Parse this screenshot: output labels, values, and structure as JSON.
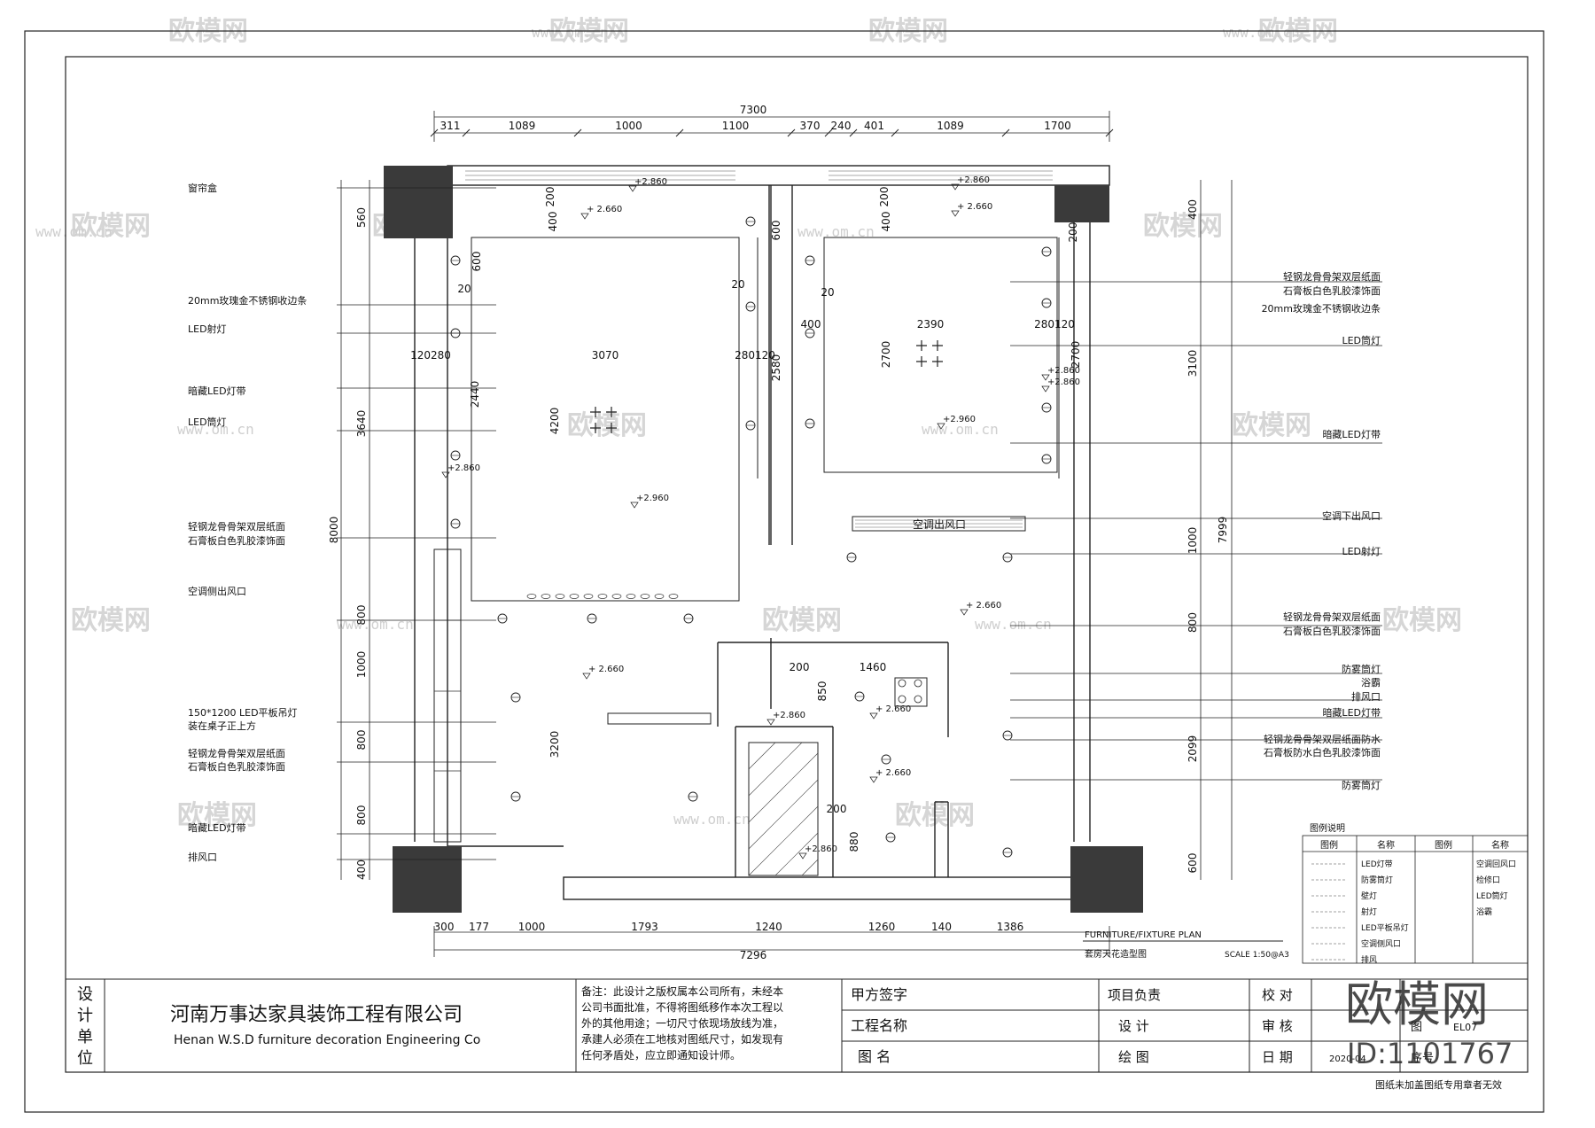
{
  "watermark": {
    "brand": "欧模网",
    "url": "www.om.cn"
  },
  "overall_dims": {
    "top": "7300",
    "bottom": "7296",
    "left": "8000",
    "right": "7999"
  },
  "top_dims": [
    "311",
    "1089",
    "1000",
    "1100",
    "370",
    "240",
    "401",
    "1089",
    "1700"
  ],
  "bottom_dims": [
    "300",
    "177",
    "1000",
    "1793",
    "1240",
    "1260",
    "140",
    "1386"
  ],
  "left_dims": [
    "560",
    "3640",
    "800",
    "1000",
    "800",
    "800",
    "400"
  ],
  "right_dims": [
    "400",
    "3100",
    "1000",
    "800",
    "2099",
    "600"
  ],
  "inner_dims": {
    "d200a": "200",
    "d400a": "400",
    "d600a": "600",
    "d20a": "20",
    "d120280": "120280",
    "d3070": "3070",
    "d280120a": "280120",
    "d2440": "2440",
    "d4200": "4200",
    "d20b": "20",
    "d600b": "600",
    "d2580": "2580",
    "d200b": "200",
    "d400b": "400",
    "d200c": "200",
    "d20c": "20",
    "d400c": "400",
    "d2390": "2390",
    "d280120b": "280120",
    "d2700a": "2700",
    "d2700b": "2700",
    "d3200": "3200",
    "d1460": "1460",
    "d200d": "200",
    "d850": "850",
    "d200e": "200",
    "d880": "880"
  },
  "levels": {
    "l1": "+2.860",
    "l2": "+ 2.660",
    "l3": "+2.860",
    "l4": "+ 2.660",
    "l5": "+2.860",
    "l6": "+2.960",
    "l7": "+2.860",
    "l8": "+2.860",
    "l9": "+2.960",
    "l10": "+ 2.660",
    "l11": "+ 2.660",
    "l12": "+2.860",
    "l13": "+ 2.660",
    "l14": "+ 2.660",
    "l15": "+2.860"
  },
  "ac_outlet": "空调出风口",
  "left_labels": [
    "窗帘盒",
    "20mm玫瑰金不锈钢收边条",
    "LED射灯",
    "暗藏LED灯带",
    "LED筒灯",
    "轻钢龙骨骨架双层纸面",
    "石膏板白色乳胶漆饰面",
    "空调侧出风口",
    "150*1200 LED平板吊灯",
    "装在桌子正上方",
    "轻钢龙骨骨架双层纸面",
    "石膏板白色乳胶漆饰面",
    "暗藏LED灯带",
    "排风口"
  ],
  "right_labels": [
    "轻钢龙骨骨架双层纸面",
    "石膏板白色乳胶漆饰面",
    "20mm玫瑰金不锈钢收边条",
    "LED筒灯",
    "暗藏LED灯带",
    "空调下出风口",
    "LED射灯",
    "轻钢龙骨骨架双层纸面",
    "石膏板白色乳胶漆饰面",
    "防雾筒灯",
    "浴霸",
    "排风口",
    "暗藏LED灯带",
    "轻钢龙骨骨架双层纸面防水",
    "石膏板防水白色乳胶漆饰面",
    "防雾筒灯"
  ],
  "plan_title": {
    "en": "FURNITURE/FIXTURE PLAN",
    "cn": "套房天花造型图",
    "scale": "SCALE  1:50@A3"
  },
  "legend": {
    "title": "图例说明",
    "headers": [
      "图例",
      "名称",
      "图例",
      "名称"
    ],
    "rows": [
      [
        "LED灯带",
        "空调回风口"
      ],
      [
        "防雾筒灯",
        "检修口"
      ],
      [
        "壁灯",
        "LED筒灯"
      ],
      [
        "射灯",
        "浴霸"
      ],
      [
        "LED平板吊灯",
        ""
      ],
      [
        "空调侧风口",
        ""
      ],
      [
        "排风",
        ""
      ]
    ]
  },
  "title_block": {
    "design_unit": "设计单位",
    "company_cn": "河南万事达家具装饰工程有限公司",
    "company_en": "Henan W.S.D furniture decoration Engineering Co",
    "note": "备注：此设计之版权属本公司所有，未经本公司书面批准，不得将图纸移作本次工程以外的其他用途；一切尺寸依现场放线为准，承建人必须在工地核对图纸尺寸，如发现有任何矛盾处，应立即通知设计师。",
    "note_lines": [
      "备注：此设计之版权属本公司所有，未经本",
      "公司书面批准，不得将图纸移作本次工程以",
      "外的其他用途；一切尺寸依现场放线为准，",
      "承建人必须在工地核对图纸尺寸，如发现有",
      "任何矛盾处，应立即通知设计师。"
    ],
    "client_sign": "甲方签字",
    "project_name": "工程名称",
    "drawing_name": "图  名",
    "project_lead": "项目负责",
    "design": "设  计",
    "drawing": "绘  图",
    "check": "校  对",
    "review": "审  核",
    "date": "日  期",
    "date_value": "2020-04",
    "seq": "序号",
    "drawing_no_label": "图",
    "drawing_no": "EL07",
    "stamp_note": "图纸未加盖图纸专用章者无效"
  },
  "id_watermark": {
    "brand": "欧模网",
    "id": "ID:1101767"
  }
}
